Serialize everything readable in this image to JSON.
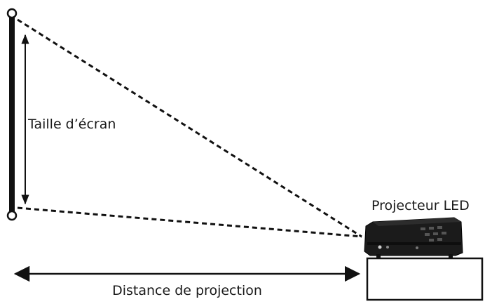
{
  "diagram": {
    "labels": {
      "screen_size": "Taille d’écran",
      "projector": "Projecteur LED",
      "distance": "Distance de projection"
    },
    "icons": {
      "projector": "led-projector-icon",
      "stand": "table-stand-icon"
    },
    "colors": {
      "ink": "#111111",
      "projector_body": "#1b1b1b",
      "background": "#ffffff"
    }
  }
}
